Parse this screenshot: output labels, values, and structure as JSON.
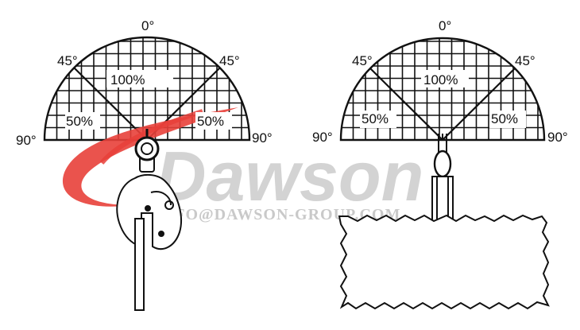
{
  "left_diagram": {
    "label_top": "0°",
    "label_45_left": "45°",
    "label_45_right": "45°",
    "label_center": "100%",
    "label_50_left": "50%",
    "label_50_right": "50%",
    "label_90_left": "90°",
    "label_90_right": "90°"
  },
  "right_diagram": {
    "label_top": "0°",
    "label_45_left": "45°",
    "label_45_right": "45°",
    "label_center": "100%",
    "label_50_left": "50%",
    "label_50_right": "50%",
    "label_90_left": "90°",
    "label_90_right": "90°"
  },
  "watermark": {
    "brand": "Dawson",
    "email": "INFO@DAWSON-GROUP.COM",
    "colors": {
      "swoosh": "#e8403a",
      "text": "#cfcfcf"
    }
  },
  "colors": {
    "line": "#111111",
    "background": "#ffffff"
  }
}
